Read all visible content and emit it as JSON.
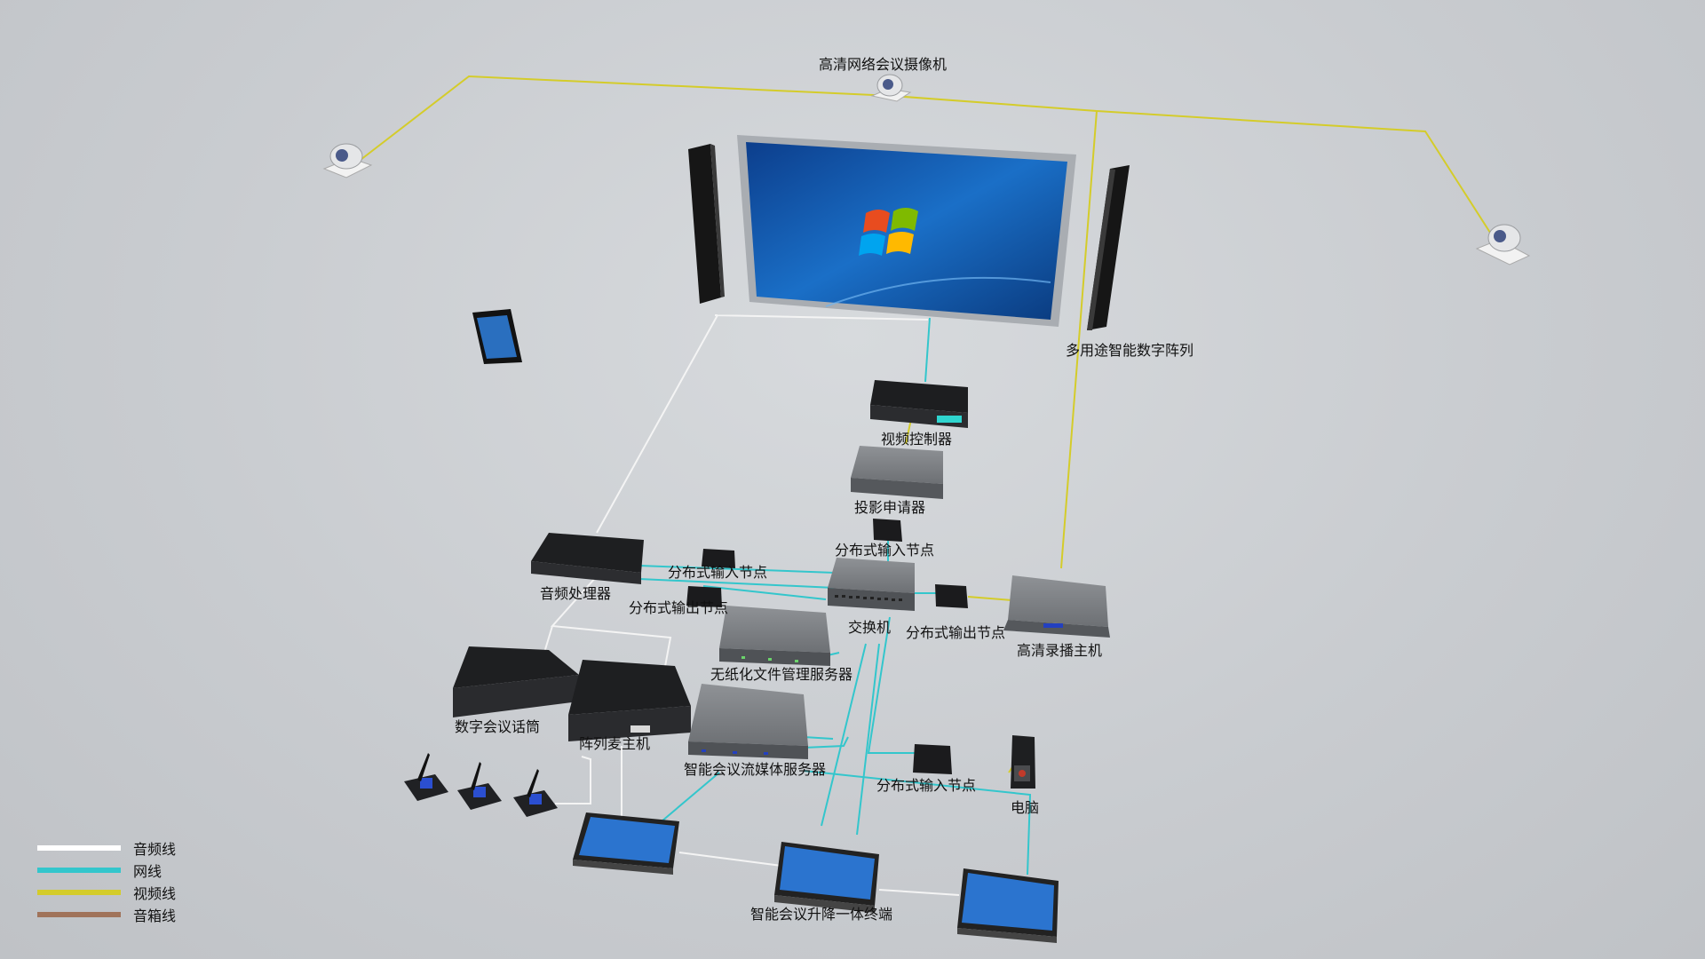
{
  "labels": {
    "camera": "高清网络会议摄像机",
    "speaker_array": "多用途智能数字阵列",
    "video_controller": "视频控制器",
    "projection": "投影申请器",
    "input_node_top": "分布式输入节点",
    "input_node_left": "分布式输入节点",
    "output_node_left": "分布式输出节点",
    "audio_processor": "音频处理器",
    "switch": "交换机",
    "output_node_right": "分布式输出节点",
    "recorder": "高清录播主机",
    "paperless_server": "无纸化文件管理服务器",
    "digital_mic": "数字会议话筒",
    "array_mic_host": "阵列麦主机",
    "streaming_server": "智能会议流媒体服务器",
    "input_node_bottom": "分布式输入节点",
    "computer": "电脑",
    "terminal": "智能会议升降一体终端"
  },
  "legend": [
    {
      "label": "音频线",
      "color": "#ffffff"
    },
    {
      "label": "网线",
      "color": "#33c6cc"
    },
    {
      "label": "视频线",
      "color": "#d4cc2a"
    },
    {
      "label": "音箱线",
      "color": "#a0735a"
    }
  ],
  "colors": {
    "audio": "#ffffff",
    "network": "#33c6cc",
    "video": "#d4cc2a",
    "device_dark": "#1e1f21",
    "device_gray": "#7b7e82"
  }
}
